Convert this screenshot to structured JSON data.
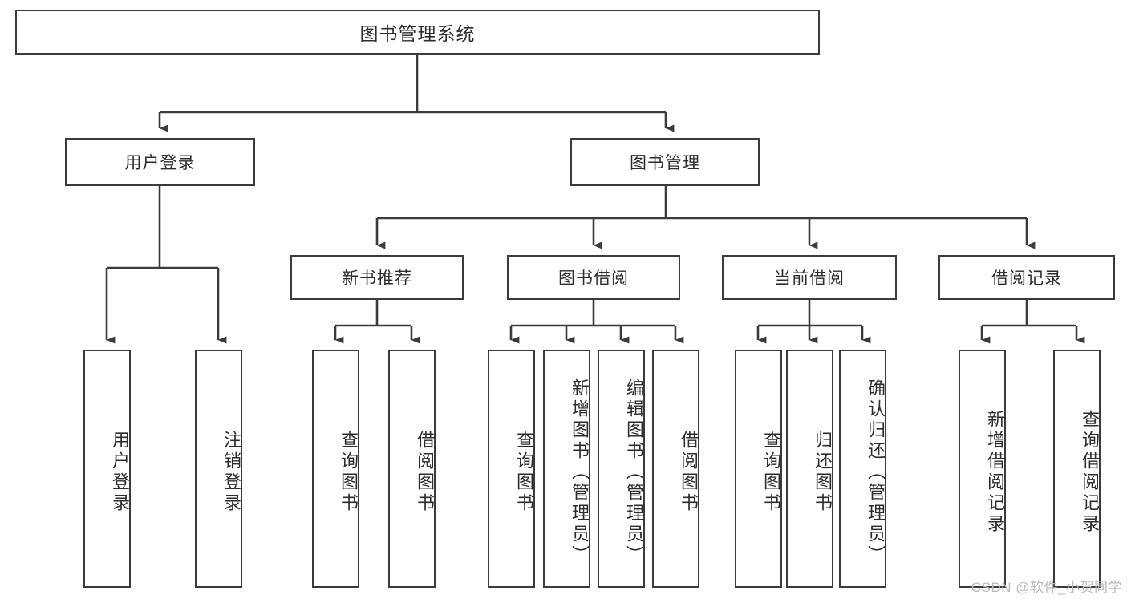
{
  "diagram": {
    "title": "图书管理系统",
    "type": "function-decomposition-tree",
    "colors": {
      "box_border": "#3b3b3b",
      "edge": "#3b3b3b",
      "text": "#2d2d2d",
      "background": "#ffffff",
      "watermark": "#b9b9b9"
    },
    "root": {
      "label": "图书管理系统"
    },
    "level1": [
      {
        "label": "用户登录"
      },
      {
        "label": "图书管理"
      }
    ],
    "level2": [
      {
        "label": "新书推荐"
      },
      {
        "label": "图书借阅"
      },
      {
        "label": "当前借阅"
      },
      {
        "label": "借阅记录"
      }
    ],
    "leaves": {
      "user_login": [
        {
          "label": "用户登录"
        },
        {
          "label": "注销登录"
        }
      ],
      "new_book_recommend": [
        {
          "label": "查询图书"
        },
        {
          "label": "借阅图书"
        }
      ],
      "book_borrow": [
        {
          "label": "查询图书"
        },
        {
          "label": "新增图书（管理员）"
        },
        {
          "label": "编辑图书（管理员）"
        },
        {
          "label": "借阅图书"
        }
      ],
      "current_borrow": [
        {
          "label": "查询图书"
        },
        {
          "label": "归还图书"
        },
        {
          "label": "确认归还（管理员）"
        }
      ],
      "borrow_record": [
        {
          "label": "新增借阅记录"
        },
        {
          "label": "查询借阅记录"
        }
      ]
    }
  },
  "watermark": {
    "text": "CSDN @软件_小贺同学"
  }
}
